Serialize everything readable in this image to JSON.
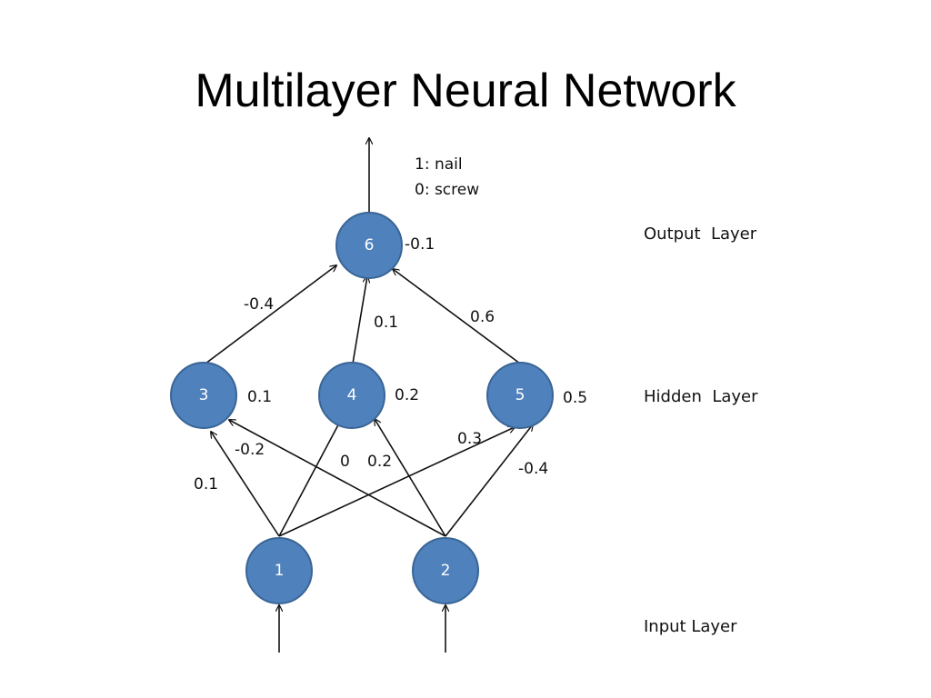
{
  "title": "Multilayer Neural Network",
  "output_legend": [
    "1: nail",
    "0: screw"
  ],
  "layers": {
    "output": "Output  Layer",
    "hidden": "Hidden  Layer",
    "input": "Input Layer"
  },
  "nodes": [
    {
      "id": "1",
      "bias": ""
    },
    {
      "id": "2",
      "bias": ""
    },
    {
      "id": "3",
      "bias": "0.1"
    },
    {
      "id": "4",
      "bias": "0.2"
    },
    {
      "id": "5",
      "bias": "0.5"
    },
    {
      "id": "6",
      "bias": "-0.1"
    }
  ],
  "weights": [
    {
      "from": "1",
      "to": "3",
      "weight": "0.1"
    },
    {
      "from": "1",
      "to": "4",
      "weight": "0"
    },
    {
      "from": "1",
      "to": "5",
      "weight": "0.3"
    },
    {
      "from": "2",
      "to": "3",
      "weight": "-0.2"
    },
    {
      "from": "2",
      "to": "4",
      "weight": "0.2"
    },
    {
      "from": "2",
      "to": "5",
      "weight": "-0.4"
    },
    {
      "from": "3",
      "to": "6",
      "weight": "-0.4"
    },
    {
      "from": "4",
      "to": "6",
      "weight": "0.1"
    },
    {
      "from": "5",
      "to": "6",
      "weight": "0.6"
    }
  ],
  "colors": {
    "node_fill": "#4f81bd",
    "node_stroke": "#3a6595"
  }
}
